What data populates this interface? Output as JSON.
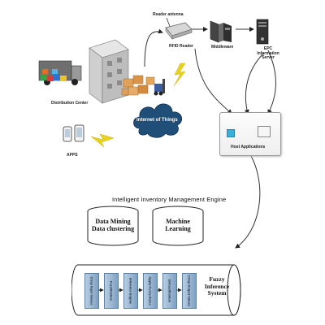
{
  "labels": {
    "reader_antenna": "Reader antenna",
    "rfid_reader": "RFID Reader",
    "middleware": "Middleware",
    "epc_server": "EPC Information Server",
    "distribution_center": "Distribution Center",
    "internet_of_things": "Internet of Things",
    "apps": "APPS",
    "host_applications": "Host Applications"
  },
  "engine": {
    "title": "Intelligent Inventory Management Engine",
    "data_mining_line1": "Data Mining",
    "data_mining_line2": "Data clustering",
    "machine_learning_line1": "Machine",
    "machine_learning_line2": "Learning"
  },
  "fuzzy": {
    "title_line1": "Fuzzy",
    "title_line2": "Inference",
    "title_line3": "System",
    "steps": [
      "Crisp Input Values",
      "Fuzzification",
      "Inference Engine",
      "Apply Fuzzy Rules",
      "Defuzzification",
      "Crisp Output Values"
    ]
  },
  "colors": {
    "cloud": "#1f4f78",
    "cloud_text": "#ffffff",
    "lightning": "#e8d21a",
    "step_box": "#8fb0d2",
    "package": "#e0a25a"
  }
}
